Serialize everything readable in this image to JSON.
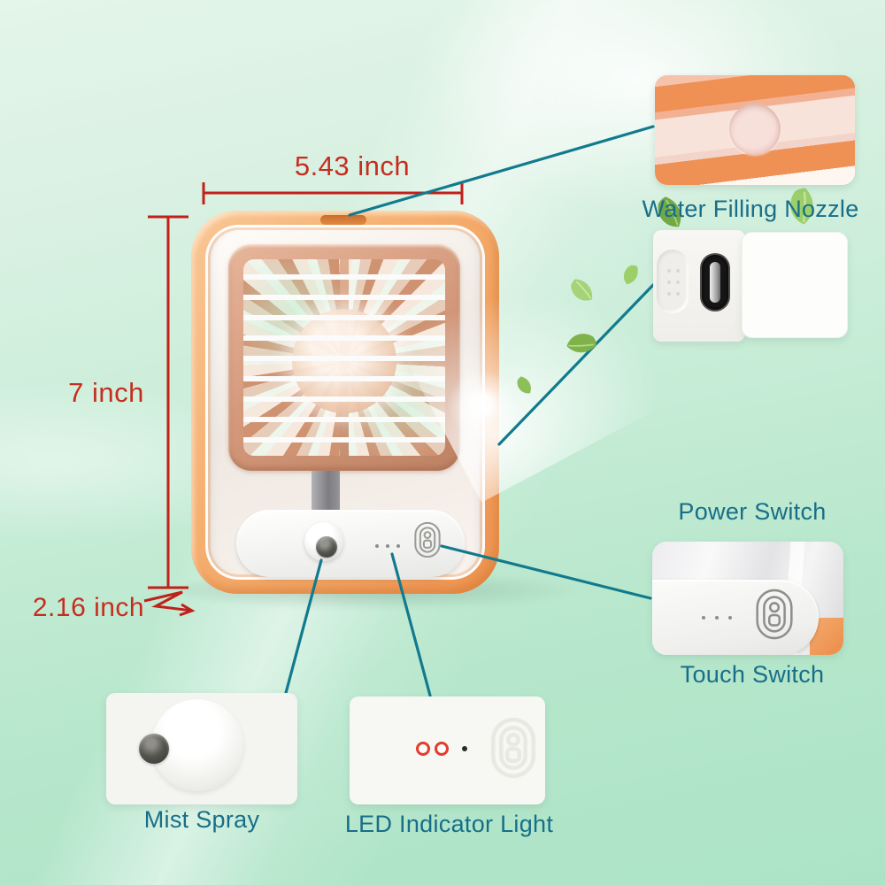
{
  "title": "Mini misting fan annotated product diagram",
  "dimensions": {
    "width_label": "5.43 inch",
    "height_label": "7 inch",
    "depth_label": "2.16 inch"
  },
  "callouts": {
    "water_filling_nozzle": "Water Filling Nozzle",
    "power_switch": "Power Switch",
    "touch_switch": "Touch Switch",
    "mist_spray": "Mist Spray",
    "led_indicator_light": "LED Indicator Light"
  },
  "colors": {
    "dimension_red": "#c62d1f",
    "label_teal": "#186e88",
    "connector_teal": "#127a8e",
    "frame_orange": "#f0a05c",
    "housing_salmon": "#d29678",
    "background_mint": "#bde8d1",
    "led_red": "#e23e2e"
  },
  "icons": {
    "fingerprint": "fingerprint-touch-icon",
    "leaf": "leaf-icon",
    "usb_c_port": "usb-c-port-icon",
    "mist_nozzle": "mist-nozzle-icon",
    "water_hole": "water-filling-hole-icon"
  }
}
